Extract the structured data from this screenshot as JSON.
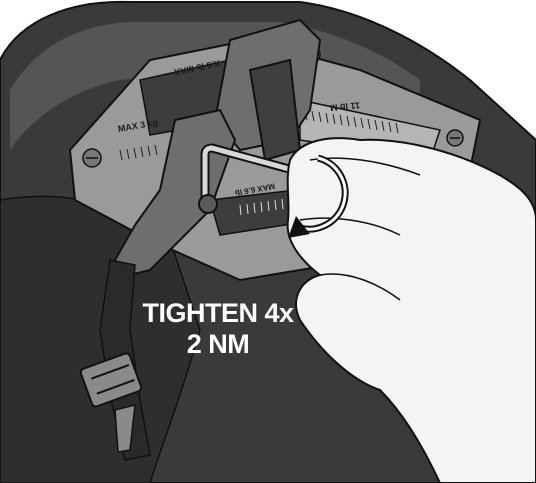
{
  "instruction": {
    "line1": "TIGHTEN 4x",
    "line2": "2 NM"
  },
  "plate_labels": {
    "top_label": "X.6 lb MAX",
    "left_label": "MAX 3 kg",
    "right_label": "11 lb M",
    "lower_label": "MAX 6.6 lb"
  },
  "colors": {
    "background": "#ffffff",
    "body_dark": "#3a3a3a",
    "body_mid": "#555555",
    "plate": "#9a9a9a",
    "bracket": "#6e6e6e",
    "hand": "#f4f4f4",
    "caption_text": "#ffffff"
  }
}
